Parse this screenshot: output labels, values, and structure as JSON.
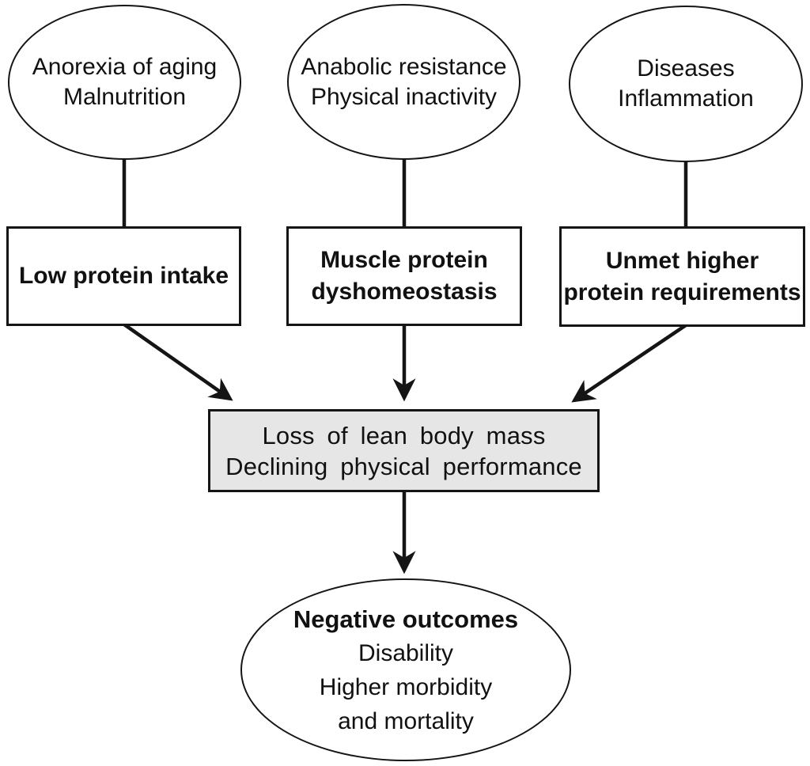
{
  "figure": {
    "type": "flow-diagram",
    "colors": {
      "background": "#ffffff",
      "node_border": "#151515",
      "text": "#111111",
      "connector": "#151515",
      "highlight_fill": "#e6e6e6"
    },
    "causes": [
      {
        "id": "anorexia",
        "lines": [
          "Anorexia of aging",
          "Malnutrition"
        ]
      },
      {
        "id": "anabolic",
        "lines": [
          "Anabolic resistance",
          "Physical inactivity"
        ]
      },
      {
        "id": "diseases",
        "lines": [
          "Diseases",
          "Inflammation"
        ]
      }
    ],
    "mechanisms": [
      {
        "id": "low-protein-intake",
        "lines": [
          "Low protein intake"
        ]
      },
      {
        "id": "muscle-protein-dyshomeostasis",
        "lines": [
          "Muscle protein",
          "dyshomeostasis"
        ]
      },
      {
        "id": "unmet-higher-protein-requirements",
        "lines": [
          "Unmet higher",
          "protein requirements"
        ]
      }
    ],
    "central": {
      "id": "loss-of-lean-body-mass",
      "lines": [
        "Loss of lean body mass",
        "Declining physical performance"
      ]
    },
    "outcome": {
      "id": "negative-outcomes",
      "title": "Negative outcomes",
      "lines": [
        "Disability",
        "Higher morbidity",
        "and mortality"
      ]
    }
  }
}
